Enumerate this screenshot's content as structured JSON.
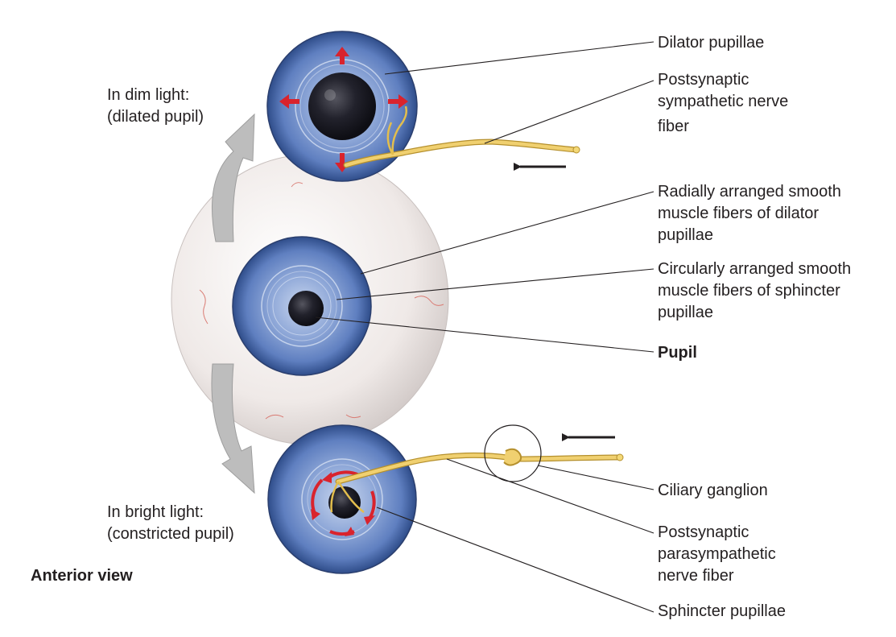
{
  "side_labels": {
    "dim_light": [
      "In dim light:",
      "(dilated pupil)"
    ],
    "bright_light": [
      "In bright light:",
      "(constricted pupil)"
    ],
    "view": "Anterior view"
  },
  "callouts": {
    "dilator_pupillae": [
      "Dilator pupillae"
    ],
    "sympathetic_fiber": [
      "Postsynaptic",
      "sympathetic nerve",
      "fiber"
    ],
    "radial_fibers": [
      "Radially arranged smooth",
      "muscle fibers of dilator",
      "pupillae"
    ],
    "circular_fibers": [
      "Circularly arranged smooth",
      "muscle fibers of sphincter",
      "pupillae"
    ],
    "pupil": [
      "Pupil"
    ],
    "ciliary_ganglion": [
      "Ciliary ganglion"
    ],
    "parasympathetic_fiber": [
      "Postsynaptic",
      "parasympathetic",
      "nerve fiber"
    ],
    "sphincter_pupillae": [
      "Sphincter pupillae"
    ]
  },
  "colors": {
    "iris": "#6f8fc8",
    "iris_dark": "#2f4d8a",
    "pupil": "#1b1b26",
    "nerve": "#e8c352",
    "arrow_red": "#d9232d",
    "sclera": "#f2eeec",
    "state_arrow": "#b8b8b8",
    "leader": "#231f20"
  }
}
